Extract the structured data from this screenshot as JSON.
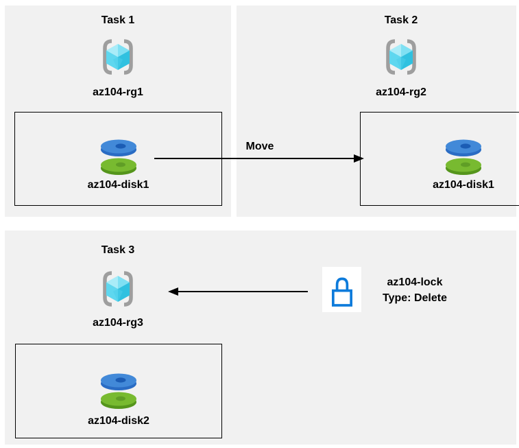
{
  "tasks": [
    {
      "title": "Task 1",
      "resource_group": "az104-rg1",
      "disk": "az104-disk1"
    },
    {
      "title": "Task 2",
      "resource_group": "az104-rg2",
      "disk": "az104-disk1"
    },
    {
      "title": "Task 3",
      "resource_group": "az104-rg3",
      "disk": "az104-disk2"
    }
  ],
  "move_arrow": {
    "label": "Move"
  },
  "lock": {
    "name": "az104-lock",
    "type_label": "Type: Delete"
  },
  "icons": {
    "resource_group": "azure-resource-group-icon",
    "disk": "azure-managed-disk-icon",
    "lock": "azure-lock-icon"
  },
  "colors": {
    "panel_bg": "#f1f1f1",
    "box_border": "#000000",
    "arrow": "#000000",
    "bracket_gray": "#9e9e9e",
    "cube_top_left": "#a9ecf8",
    "cube_top_right": "#7fe0f3",
    "cube_left": "#5ed7ef",
    "cube_right": "#30c1e0",
    "disk_blue_top": "#4289d8",
    "disk_blue_side": "#2a6cc4",
    "disk_blue_hole": "#1b5cb4",
    "disk_green_top": "#78ba30",
    "disk_green_side": "#55951c",
    "disk_green_hole": "#609e26",
    "lock_blue": "#0d7bdb",
    "lock_bg": "#ffffff"
  }
}
